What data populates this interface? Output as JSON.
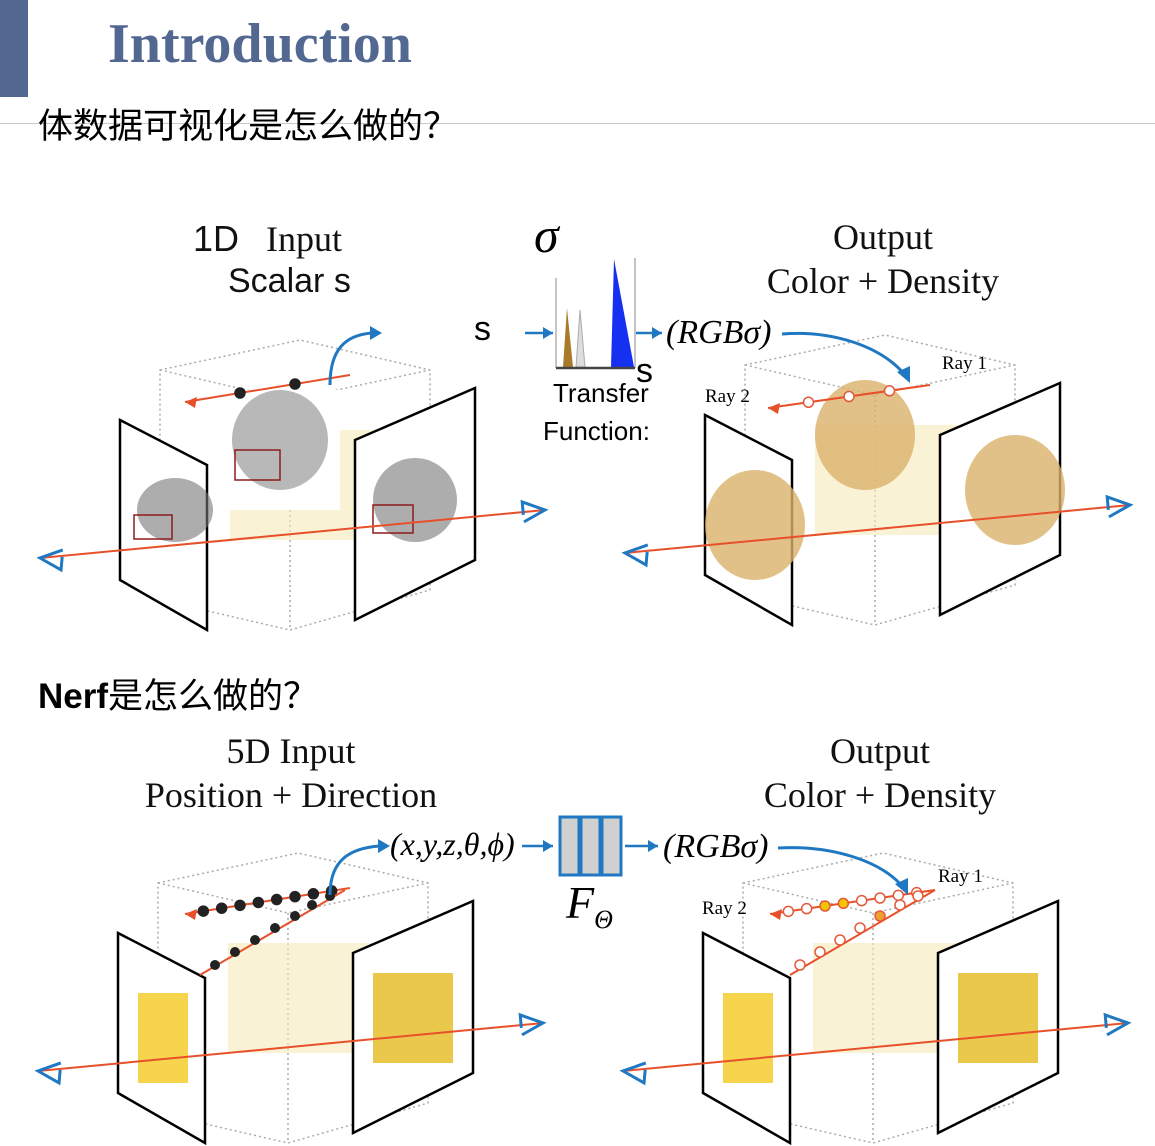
{
  "header": {
    "title": "Introduction"
  },
  "section1": {
    "question": "体数据可视化是怎么做的？",
    "input_line1_a": "1D",
    "input_line1_b": "Input",
    "input_line2": "Scalar s",
    "sigma": "σ",
    "s_left": "s",
    "s_axis": "s",
    "transfer_line1": "Transfer",
    "transfer_line2": "Function:",
    "rgb": "(RGBσ)",
    "output_line1": "Output",
    "output_line2": "Color + Density",
    "ray1": "Ray 1",
    "ray2": "Ray 2"
  },
  "section2": {
    "question_bold": "Nerf",
    "question_rest": "是怎么做的？",
    "input_line1": "5D Input",
    "input_line2": "Position + Direction",
    "coords": "(x,y,z,θ,ϕ)",
    "network": "F",
    "network_sub": "Θ",
    "rgb": "(RGBσ)",
    "output_line1": "Output",
    "output_line2": "Color + Density",
    "ray1": "Ray 1",
    "ray2": "Ray 2"
  },
  "colors": {
    "accent": "#536890",
    "ray": "#e8502a",
    "arrow": "#1f78c1",
    "tf_blue": "#1530f0",
    "tf_brown": "#a87a2a"
  }
}
